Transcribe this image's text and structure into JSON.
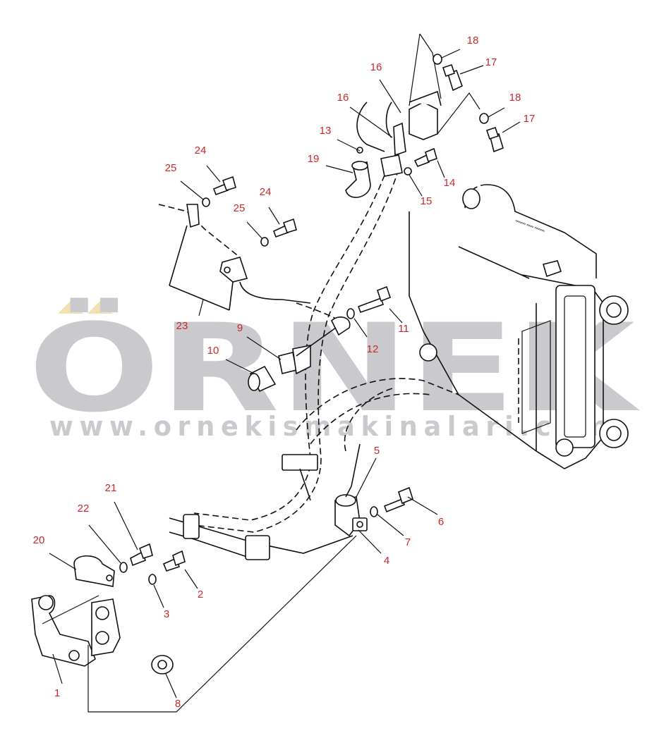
{
  "watermark": {
    "brand": "ÖRNEK",
    "url": "www.ornekismakinalari.com"
  },
  "callouts": [
    {
      "id": "c1",
      "label": "1"
    },
    {
      "id": "c2",
      "label": "2"
    },
    {
      "id": "c3",
      "label": "3"
    },
    {
      "id": "c4",
      "label": "4"
    },
    {
      "id": "c5",
      "label": "5"
    },
    {
      "id": "c6",
      "label": "6"
    },
    {
      "id": "c7",
      "label": "7"
    },
    {
      "id": "c8",
      "label": "8"
    },
    {
      "id": "c9",
      "label": "9"
    },
    {
      "id": "c10",
      "label": "10"
    },
    {
      "id": "c11",
      "label": "11"
    },
    {
      "id": "c12",
      "label": "12"
    },
    {
      "id": "c13",
      "label": "13"
    },
    {
      "id": "c14",
      "label": "14"
    },
    {
      "id": "c15",
      "label": "15"
    },
    {
      "id": "c16a",
      "label": "16"
    },
    {
      "id": "c16b",
      "label": "16"
    },
    {
      "id": "c17a",
      "label": "17"
    },
    {
      "id": "c17b",
      "label": "17"
    },
    {
      "id": "c18a",
      "label": "18"
    },
    {
      "id": "c18b",
      "label": "18"
    },
    {
      "id": "c19",
      "label": "19"
    },
    {
      "id": "c20",
      "label": "20"
    },
    {
      "id": "c21",
      "label": "21"
    },
    {
      "id": "c22",
      "label": "22"
    },
    {
      "id": "c23",
      "label": "23"
    },
    {
      "id": "c24a",
      "label": "24"
    },
    {
      "id": "c24b",
      "label": "24"
    },
    {
      "id": "c25a",
      "label": "25"
    },
    {
      "id": "c25b",
      "label": "25"
    }
  ],
  "colors": {
    "callout": "#c8282b",
    "line": "#111111",
    "watermark": "#c9c9ce",
    "watermark_accent": "#f2e1b0"
  }
}
